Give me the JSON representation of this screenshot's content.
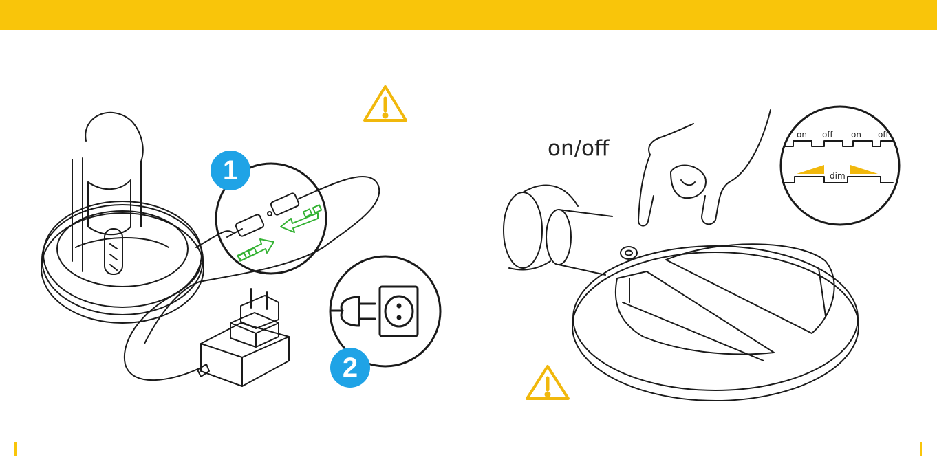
{
  "colors": {
    "accent": "#F9C50A",
    "badge": "#1FA3E6",
    "arrows": "#34B233",
    "warning": "#F1B80C",
    "line": "#1a1a1a"
  },
  "icons": {
    "warning_left": "warning-triangle-icon",
    "warning_right": "warning-triangle-icon",
    "arrow": "green-arrow-icon",
    "socket": "power-socket-icon",
    "plug": "plug-icon"
  },
  "left_panel": {
    "step_1": "1",
    "step_2": "2"
  },
  "right_panel": {
    "onoff_label": "on/off",
    "wave_labels": [
      "on",
      "off",
      "on",
      "off"
    ],
    "dim_label": "dim"
  }
}
